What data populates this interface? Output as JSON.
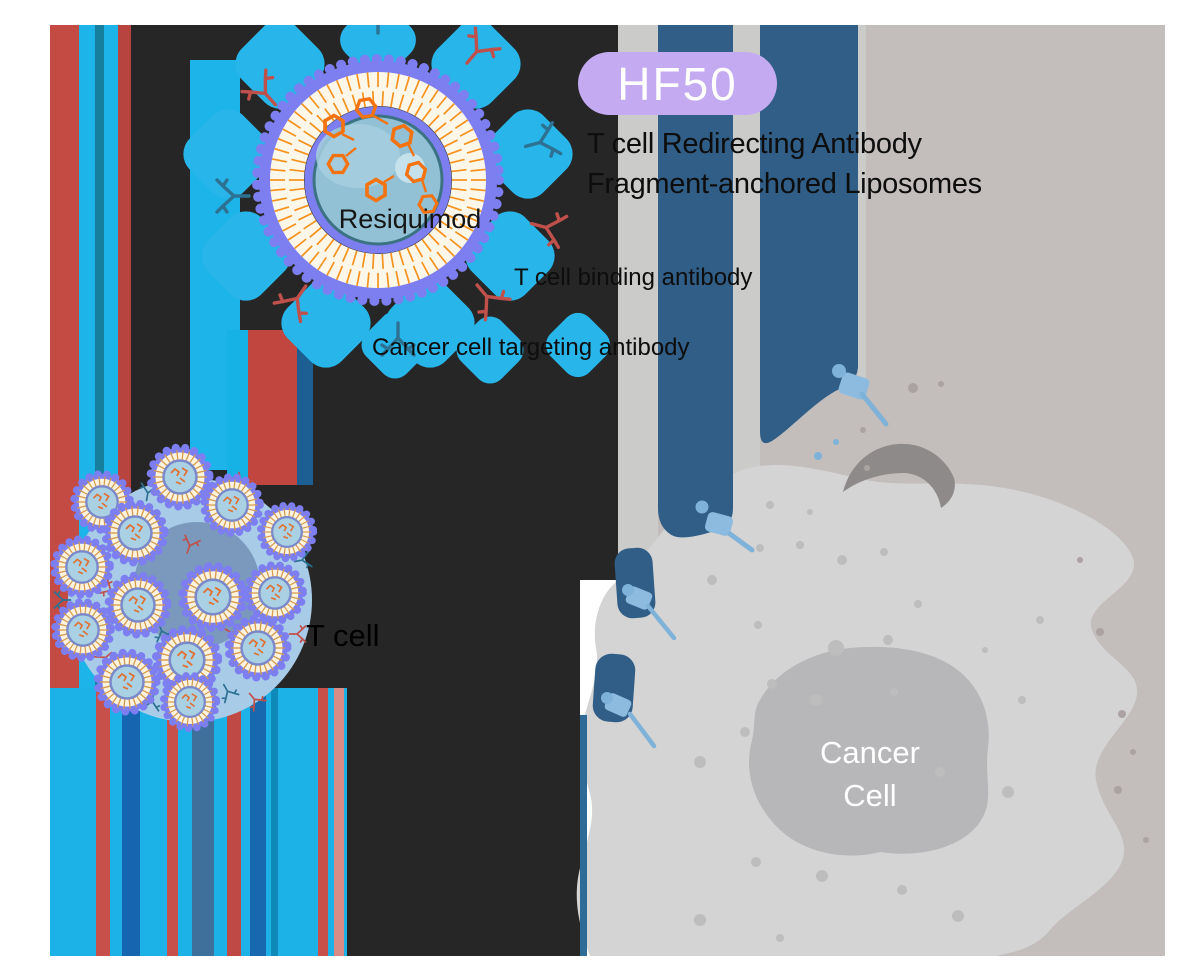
{
  "badge": {
    "label": "HF50"
  },
  "title": {
    "line1": "T cell Redirecting Antibody",
    "line2": "Fragment-anchored Liposomes"
  },
  "labels": {
    "t_cell_binding_antibody": "T cell binding antibody",
    "cancer_cell_targeting_antibody": "Cancer cell targeting antibody",
    "t_cell": "T cell",
    "resiquimod": "Resiquimod",
    "cancer_cell_line1": "Cancer",
    "cancer_cell_line2": "Cell"
  },
  "colors": {
    "badge_bg": "#c4abf1",
    "cyan_smear": "#1db4e9",
    "red_antibody": "#c0504b",
    "teal_antibody": "#2d7193",
    "dark_blue_receptor": "#305e87",
    "light_blue_tip": "#85b5da",
    "purple_ring": "#7d7ff0",
    "cream_ring": "#fdf7ea",
    "orange_lipid": "#f5921e",
    "orange_drug": "#f4720f",
    "liposome_core": "#92c0d4",
    "t_cell_body": "#a8cce8",
    "t_cell_nucleus": "#7796ba",
    "cancer_backdrop": "#c3bdbc",
    "cancer_cell_body": "#d5d4d5",
    "cancer_nucleus": "#b7b6b8",
    "background_black": "#262626"
  }
}
